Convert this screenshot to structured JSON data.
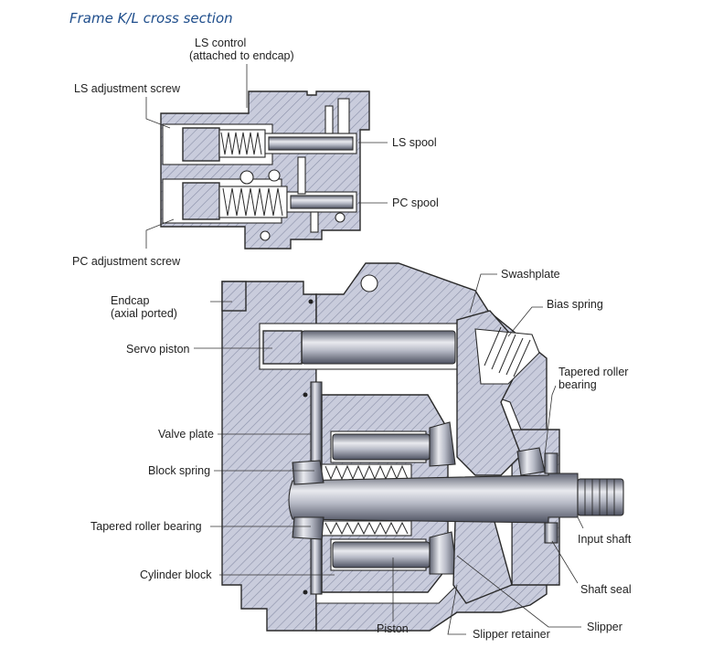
{
  "title": "Frame K/L cross section",
  "labels": {
    "ls_control": "LS control",
    "ls_control_sub": "(attached to endcap)",
    "ls_adjustment_screw": "LS adjustment screw",
    "ls_spool": "LS spool",
    "pc_spool": "PC spool",
    "pc_adjustment_screw": "PC adjustment screw",
    "swashplate": "Swashplate",
    "bias_spring": "Bias spring",
    "endcap": "Endcap",
    "endcap_sub": "(axial ported)",
    "servo_piston": "Servo piston",
    "tapered_roller_bearing_right": "Tapered roller",
    "tapered_roller_bearing_right_sub": "bearing",
    "valve_plate": "Valve plate",
    "block_spring": "Block spring",
    "tapered_roller_bearing_left": "Tapered roller bearing",
    "input_shaft": "Input shaft",
    "cylinder_block": "Cylinder block",
    "shaft_seal": "Shaft seal",
    "piston": "Piston",
    "slipper_retainer": "Slipper retainer",
    "slipper": "Slipper"
  }
}
